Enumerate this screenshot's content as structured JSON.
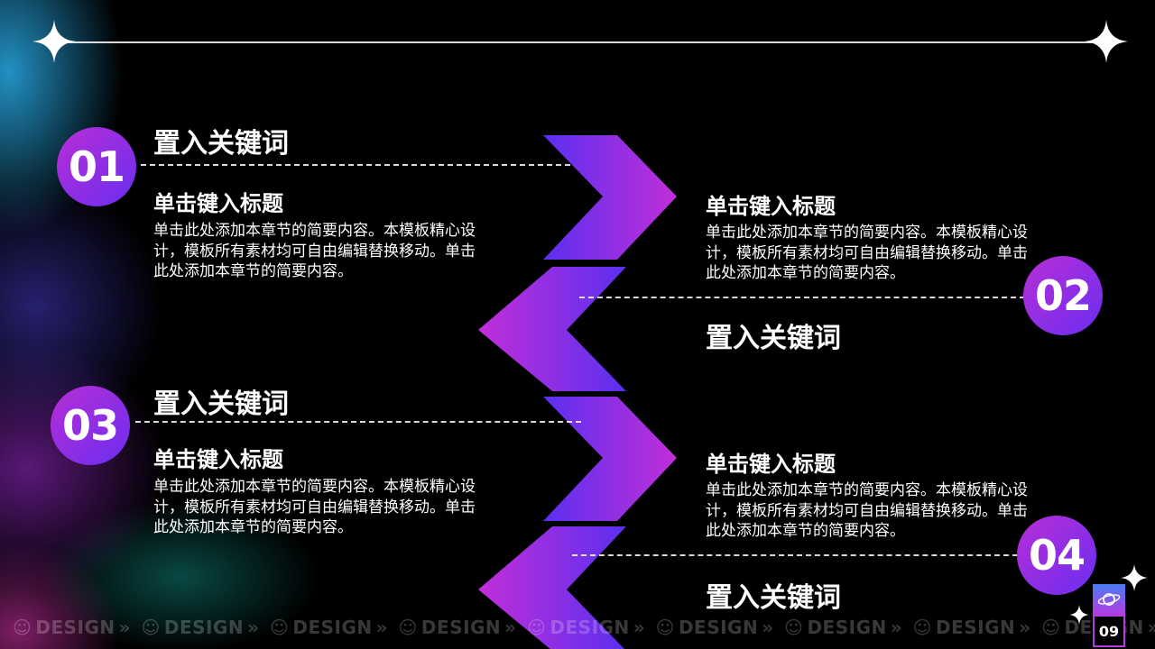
{
  "colors": {
    "accent_purple": "#b82fd6",
    "accent_violet": "#6a2df0",
    "background": "#000000"
  },
  "items": [
    {
      "number": "01",
      "keyword": "置入关键词",
      "title": "单击键入标题",
      "body": "单击此处添加本章节的简要内容。本模板精心设计，模板所有素材均可自由编辑替换移动。单击此处添加本章节的简要内容。"
    },
    {
      "number": "02",
      "keyword": "置入关键词",
      "title": "单击键入标题",
      "body": "单击此处添加本章节的简要内容。本模板精心设计，模板所有素材均可自由编辑替换移动。单击此处添加本章节的简要内容。"
    },
    {
      "number": "03",
      "keyword": "置入关键词",
      "title": "单击键入标题",
      "body": "单击此处添加本章节的简要内容。本模板精心设计，模板所有素材均可自由编辑替换移动。单击此处添加本章节的简要内容。"
    },
    {
      "number": "04",
      "keyword": "置入关键词",
      "title": "单击键入标题",
      "body": "单击此处添加本章节的简要内容。本模板精心设计，模板所有素材均可自由编辑替换移动。单击此处添加本章节的简要内容。"
    }
  ],
  "footer": {
    "word": "DESIGN",
    "separator": "»"
  },
  "page_number": "09",
  "icons": [
    "sparkle-icon",
    "smiley-icon",
    "planet-icon"
  ]
}
